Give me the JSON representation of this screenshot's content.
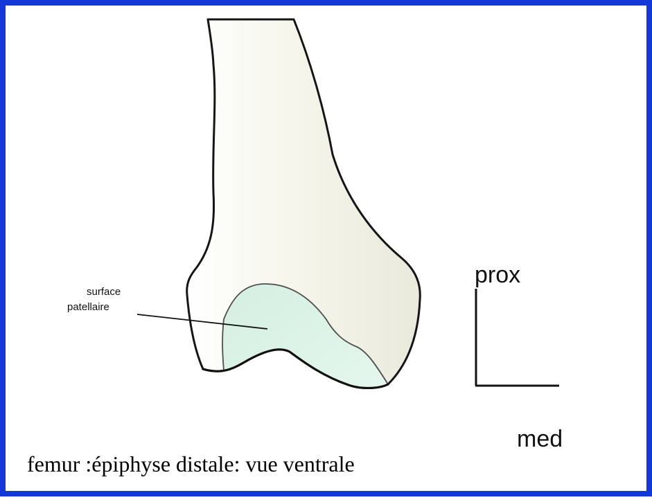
{
  "diagram": {
    "annotation_line1": "surface",
    "annotation_line2": "patellaire",
    "axis_label_vertical": "prox",
    "axis_label_horizontal": "med",
    "caption": "femur :épiphyse distale: vue ventrale"
  },
  "colors": {
    "frame_border": "#1437d8",
    "bone_fill": "#f4f5e9",
    "bone_outline": "#151515",
    "patellar_surface_fill": "#dcf3e8",
    "background": "#ffffff"
  }
}
